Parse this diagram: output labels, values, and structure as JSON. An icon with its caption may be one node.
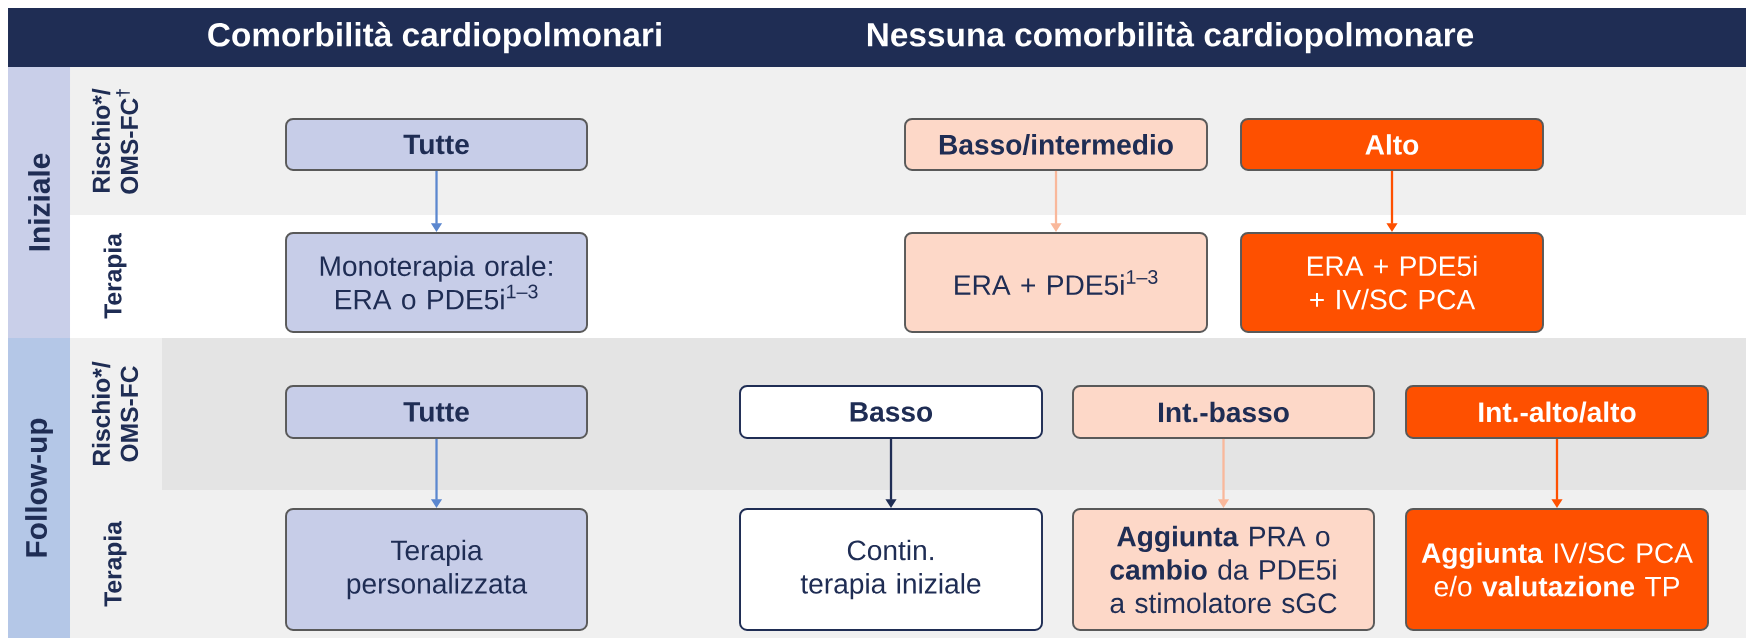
{
  "diagram": {
    "nodes": [
      {
        "text": [
          "Comorbilità cardiopolmonari",
          "Nessuna comorbilità cardiopolmonare"
        ]
      },
      {
        "text": [
          "Iniziale"
        ]
      },
      {
        "text": [
          "Tutte"
        ]
      },
      {
        "text": [
          "Basso/intermedio"
        ]
      },
      {
        "text": [
          "Alto"
        ]
      },
      {
        "text": [
          "Monoterapia orale: ERA o PDE5i$^{1–3}$"
        ]
      },
      {
        "text": [
          "ERA + PDE5i$^{1–3}$"
        ]
      },
      {
        "text": [
          "ERA + PDE5i + IV/SC PCA"
        ]
      },
      {
        "text": [
          "Follow-up"
        ]
      },
      {
        "text": [
          "Tutte"
        ]
      },
      {
        "text": [
          "Basso"
        ]
      },
      {
        "text": [
          "Int.-basso"
        ]
      },
      {
        "text": [
          "Int.-alto/alto"
        ]
      },
      {
        "text": [
          "Terapia personalizzata"
        ]
      },
      {
        "text": [
          "Contin. terapia iniziale"
        ]
      },
      {
        "text": [
          "**Aggiunta** PRA o **cambio** da PDE5i a stimolatore sGC"
        ]
      },
      {
        "text": [
          "**Aggiunta** IV/SC PCA e/o **valutazione** TP"
        ]
      }
    ],
    "edges": [
      {
        "from": 2,
        "to": 5,
        "arrow": "to",
        "color": "#5b87cf"
      },
      {
        "from": 3,
        "to": 6,
        "arrow": "to",
        "color": "#f9b89b"
      },
      {
        "from": 4,
        "to": 7,
        "arrow": "to",
        "color": "#fe5000"
      },
      {
        "from": 9,
        "to": 13,
        "arrow": "to",
        "color": "#5b87cf"
      },
      {
        "from": 10,
        "to": 14,
        "arrow": "to",
        "color": "#1f2d54"
      },
      {
        "from": 11,
        "to": 15,
        "arrow": "to",
        "color": "#f9b89b"
      },
      {
        "from": 12,
        "to": 16,
        "arrow": "to",
        "color": "#fe5000"
      }
    ],
    "labels": [
      "Rischio*/ OMS-FC$^{†}$",
      "Terapia",
      "Rischio*/ OMS-FC",
      "Terapia"
    ]
  }
}
